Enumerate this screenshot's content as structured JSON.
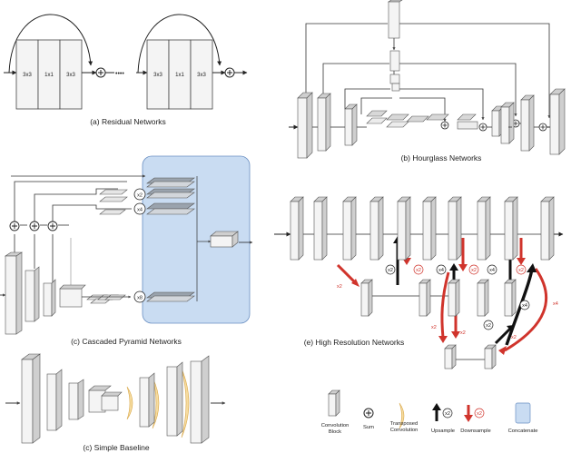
{
  "residual": {
    "caption": "(a) Residual Networks",
    "block_labels": [
      "3x3",
      "1x1",
      "3x3"
    ],
    "ellipsis": "••••"
  },
  "hourglass": {
    "caption": "(b) Hourglass Networks"
  },
  "cpn": {
    "caption": "(c) Cascaded Pyramid Networks",
    "scales": [
      "x2",
      "x4",
      "x8"
    ]
  },
  "hrnet": {
    "caption": "(e) High Resolution Networks",
    "labels": [
      "x2",
      "x2",
      "x2",
      "x4",
      "x2",
      "x4",
      "x2",
      "x2",
      "x2",
      "x2",
      "x4",
      "x2",
      "x4",
      "x2"
    ]
  },
  "baseline": {
    "caption": "(c) Simple Baseline"
  },
  "legend": {
    "items": [
      {
        "label": "Convolution Block"
      },
      {
        "label": "Sum"
      },
      {
        "label": "Transposed Convolution"
      },
      {
        "label": "Upsample"
      },
      {
        "label": "Downsample"
      },
      {
        "label": "Concatenate"
      }
    ],
    "up_label": "x2",
    "down_label": "x2"
  },
  "colors": {
    "block_front": "#f4f4f4",
    "block_side": "#cfcfcf",
    "concat_fill": "#c9dcf2",
    "concat_stroke": "#6a8fc2",
    "down_arrow": "#d0342c",
    "up_arrow": "#111111",
    "tconv": "#f6dca0"
  }
}
